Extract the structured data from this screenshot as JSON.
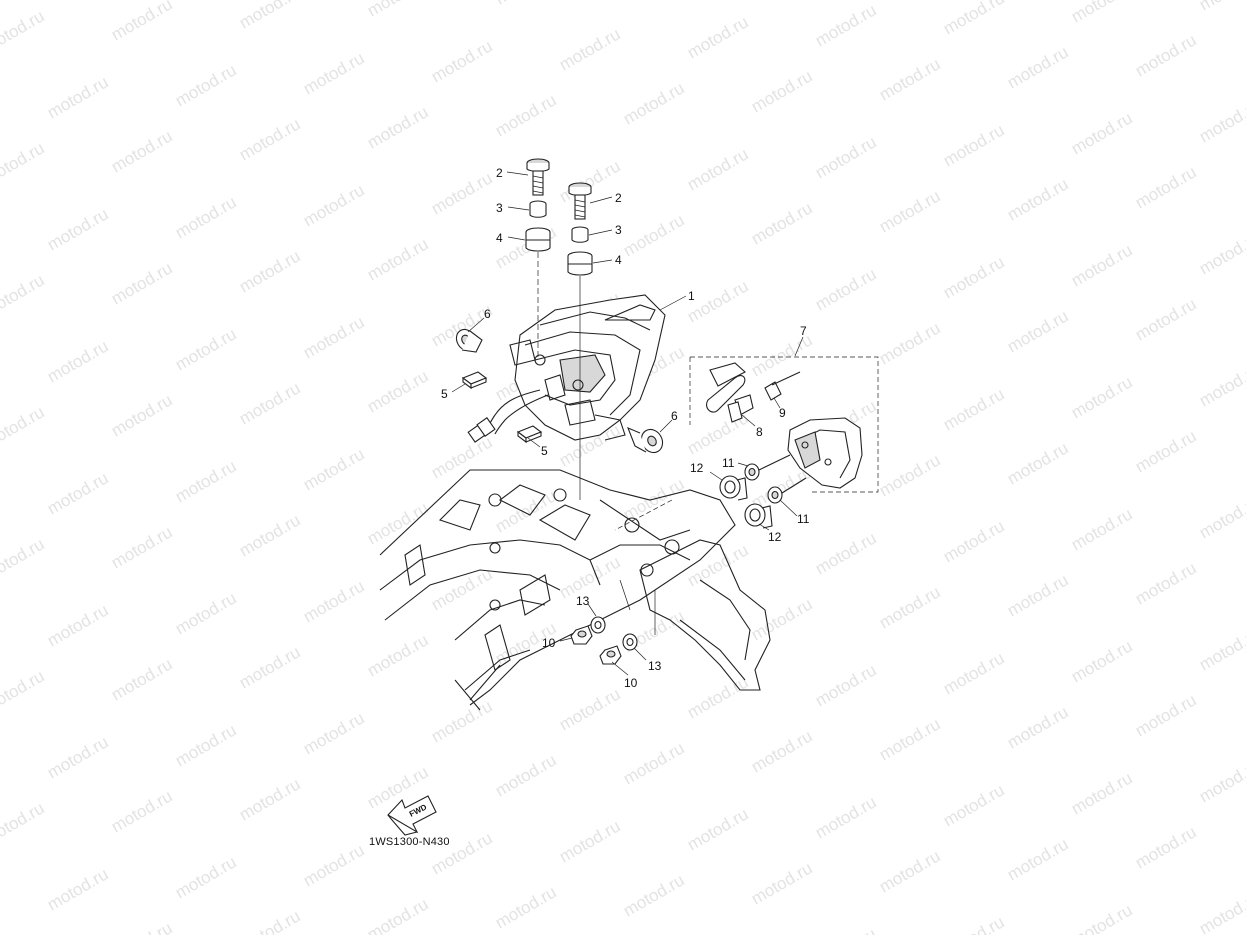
{
  "watermark": {
    "text": "motod.ru"
  },
  "drawing_number": "1WS1300-N430",
  "fwd_label": "FWD",
  "callouts": [
    {
      "id": "c1",
      "label": "1"
    },
    {
      "id": "c2a",
      "label": "2"
    },
    {
      "id": "c2b",
      "label": "2"
    },
    {
      "id": "c3a",
      "label": "3"
    },
    {
      "id": "c3b",
      "label": "3"
    },
    {
      "id": "c4a",
      "label": "4"
    },
    {
      "id": "c4b",
      "label": "4"
    },
    {
      "id": "c5a",
      "label": "5"
    },
    {
      "id": "c5b",
      "label": "5"
    },
    {
      "id": "c6a",
      "label": "6"
    },
    {
      "id": "c6b",
      "label": "6"
    },
    {
      "id": "c7",
      "label": "7"
    },
    {
      "id": "c8",
      "label": "8"
    },
    {
      "id": "c9",
      "label": "9"
    },
    {
      "id": "c10a",
      "label": "10"
    },
    {
      "id": "c10b",
      "label": "10"
    },
    {
      "id": "c11a",
      "label": "11"
    },
    {
      "id": "c11b",
      "label": "11"
    },
    {
      "id": "c12a",
      "label": "12"
    },
    {
      "id": "c12b",
      "label": "12"
    },
    {
      "id": "c13a",
      "label": "13"
    },
    {
      "id": "c13b",
      "label": "13"
    }
  ]
}
